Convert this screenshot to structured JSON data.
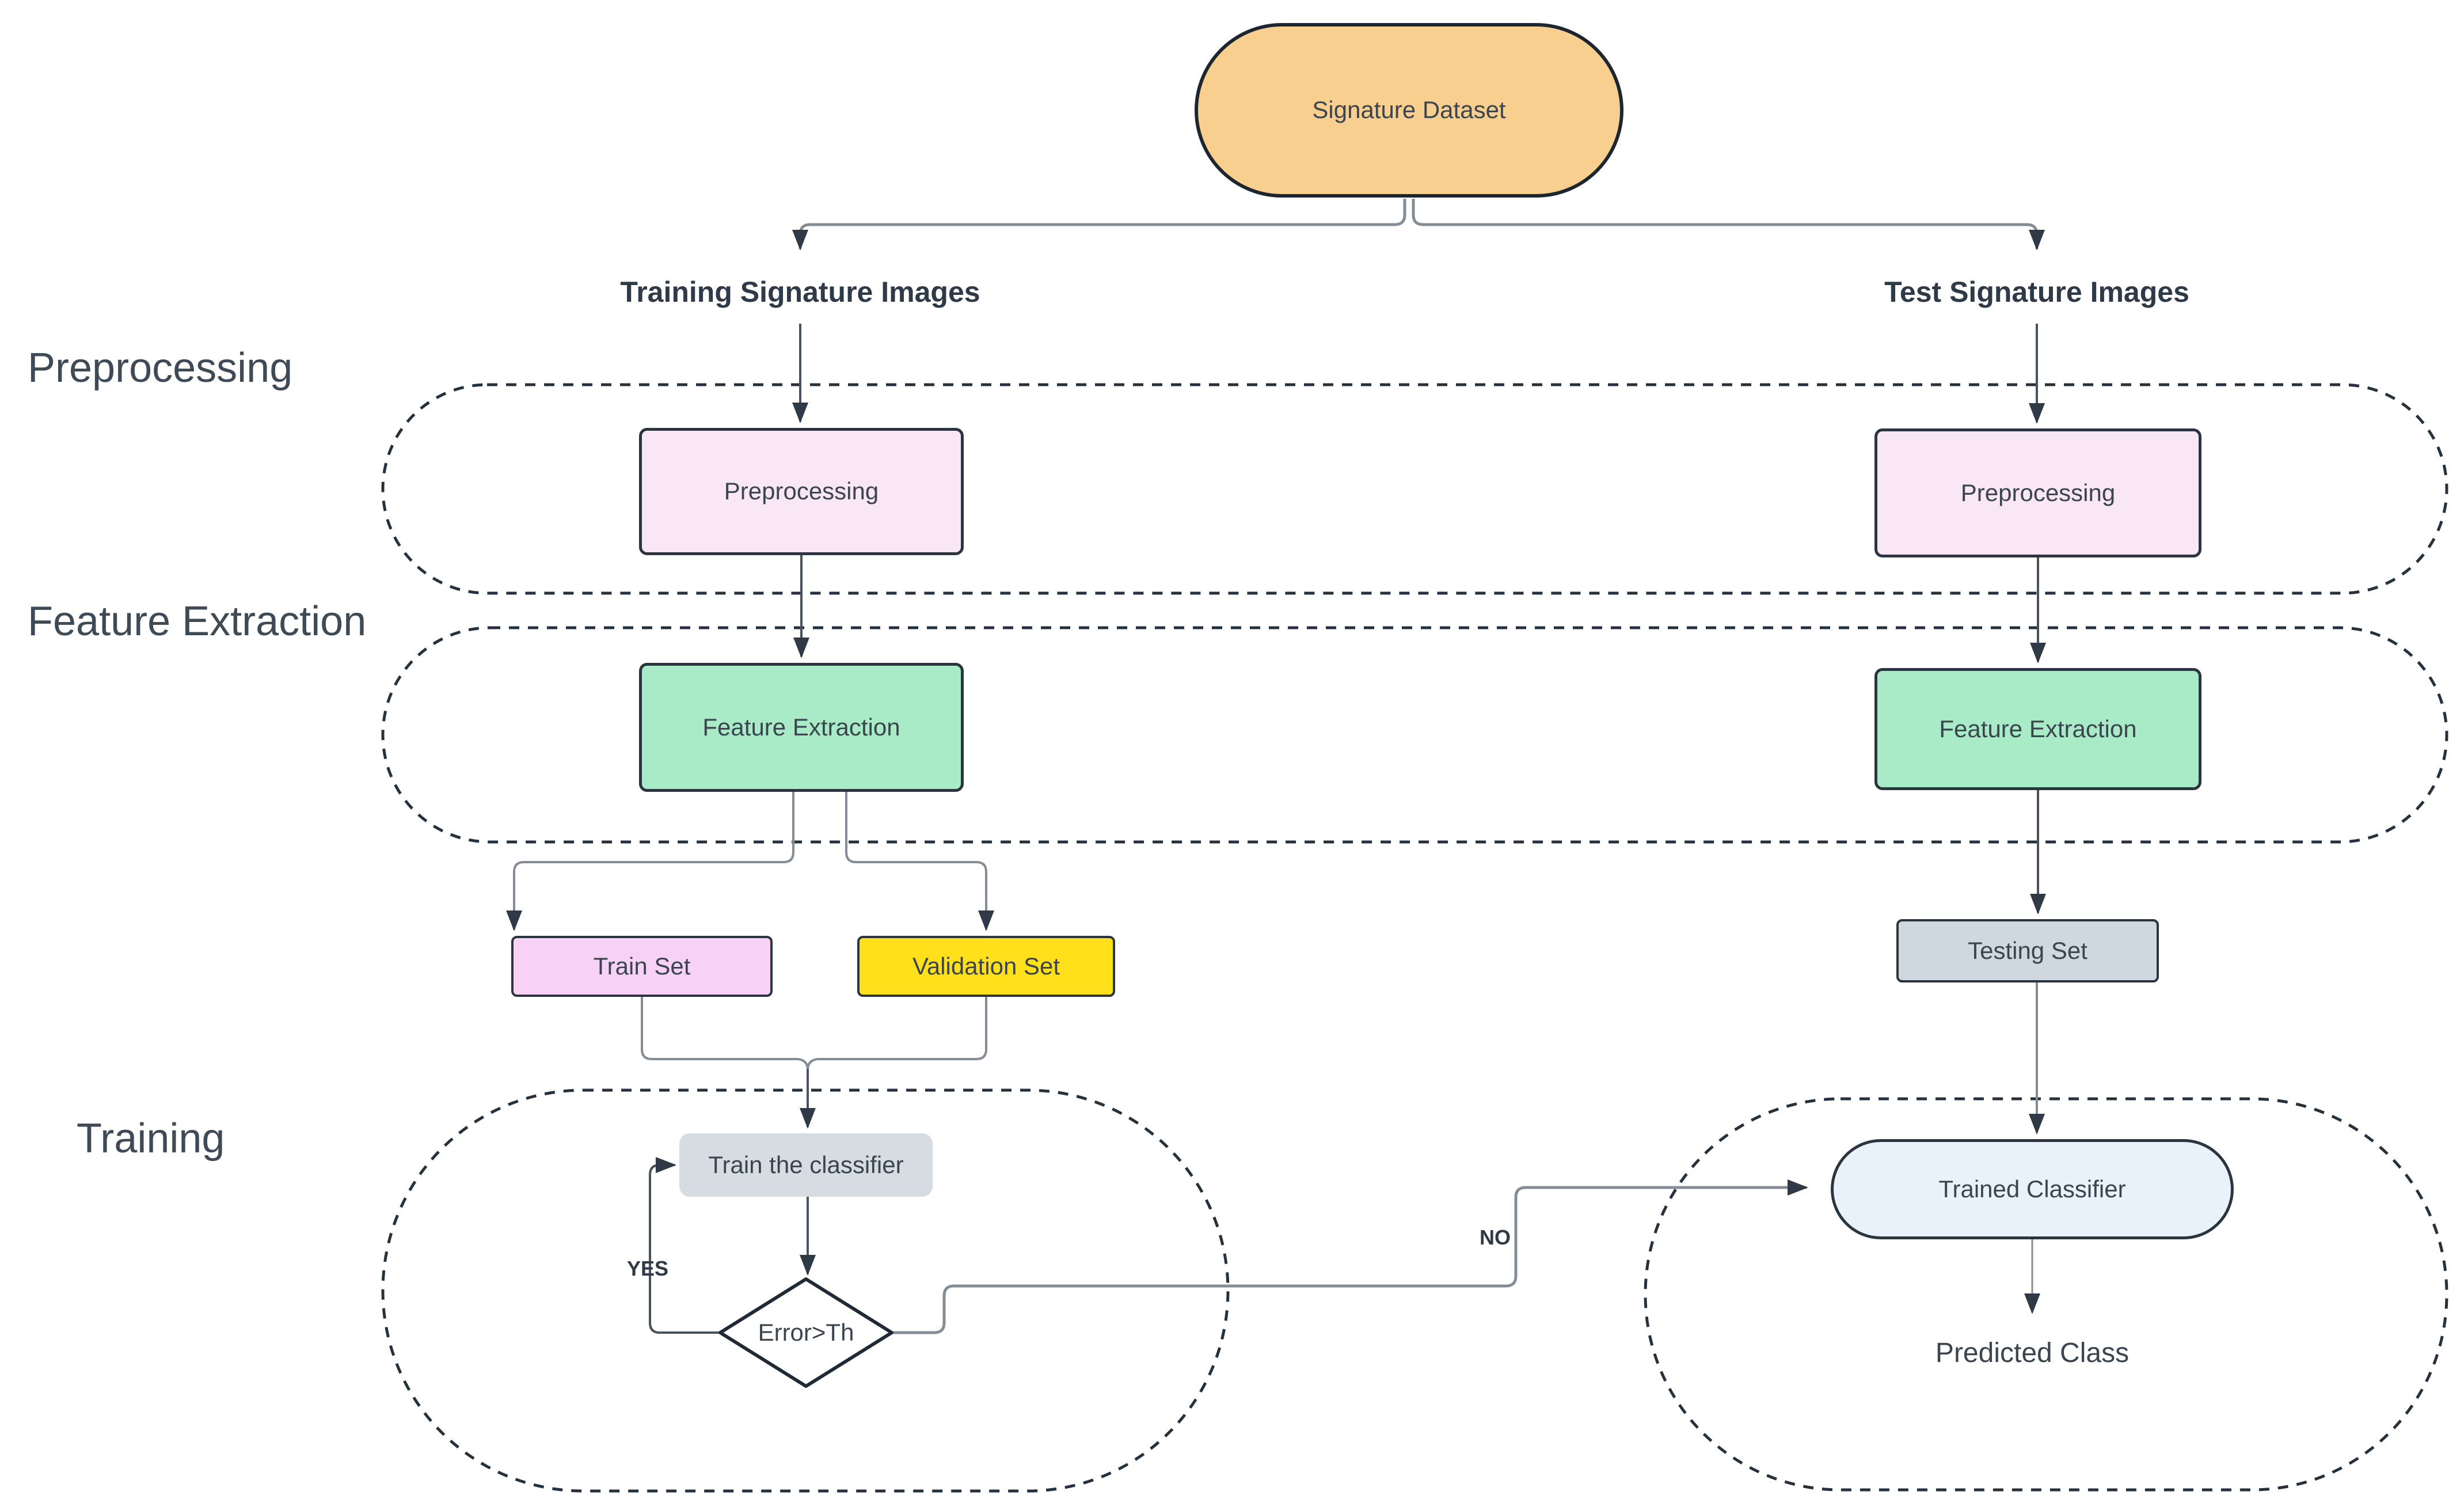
{
  "colors": {
    "background": "#FFFFFF",
    "node_border": "#2A3540",
    "connector_gray": "#848D95",
    "connector_dark": "#3E4954",
    "dashed_container": "#25313C",
    "node_text": "#3A4550",
    "section_label_text": "#3E4A56",
    "column_title_text": "#2E3A47",
    "signature_dataset_fill": "#F9CF8F",
    "preprocessing_fill": "#FAE7F5",
    "feature_extraction_fill": "#A9EBC6",
    "train_set_fill": "#F8D2F6",
    "validation_set_fill": "#FFE01A",
    "testing_set_fill": "#CFD8DE",
    "train_classifier_fill": "#D6DCE1",
    "trained_classifier_fill": "#E9F2FB",
    "decision_fill": "#FFFFFF"
  },
  "diagram": {
    "root": {
      "label": "Signature Dataset"
    },
    "column_titles": {
      "left": "Training Signature Images",
      "right": "Test Signature Images"
    },
    "section_labels": {
      "preprocessing": "Preprocessing",
      "feature_extraction": "Feature Extraction",
      "training": "Training"
    },
    "nodes": {
      "preprocessing_left": {
        "label": "Preprocessing"
      },
      "preprocessing_right": {
        "label": "Preprocessing"
      },
      "feature_extraction_left": {
        "label": "Feature Extraction"
      },
      "feature_extraction_right": {
        "label": "Feature Extraction"
      },
      "train_set": {
        "label": "Train Set"
      },
      "validation_set": {
        "label": "Validation Set"
      },
      "testing_set": {
        "label": "Testing Set"
      },
      "train_classifier": {
        "label": "Train the classifier"
      },
      "decision": {
        "label": "Error>Th"
      },
      "trained_classifier": {
        "label": "Trained Classifier"
      },
      "predicted_class": {
        "label": "Predicted Class"
      }
    },
    "edge_labels": {
      "yes": "YES",
      "no": "NO"
    },
    "edges": [
      {
        "from": "Signature Dataset",
        "to": "Training Signature Images"
      },
      {
        "from": "Signature Dataset",
        "to": "Test Signature Images"
      },
      {
        "from": "Training Signature Images",
        "to": "Preprocessing (train)"
      },
      {
        "from": "Preprocessing (train)",
        "to": "Feature Extraction (train)"
      },
      {
        "from": "Feature Extraction (train)",
        "to": "Train Set"
      },
      {
        "from": "Feature Extraction (train)",
        "to": "Validation Set"
      },
      {
        "from": "Train Set",
        "to": "Train the classifier"
      },
      {
        "from": "Validation Set",
        "to": "Train the classifier"
      },
      {
        "from": "Train the classifier",
        "to": "Error>Th"
      },
      {
        "from": "Error>Th",
        "to": "Train the classifier",
        "label": "YES"
      },
      {
        "from": "Error>Th",
        "to": "Trained Classifier",
        "label": "NO"
      },
      {
        "from": "Test Signature Images",
        "to": "Preprocessing (test)"
      },
      {
        "from": "Preprocessing (test)",
        "to": "Feature Extraction (test)"
      },
      {
        "from": "Feature Extraction (test)",
        "to": "Testing Set"
      },
      {
        "from": "Testing Set",
        "to": "Trained Classifier"
      },
      {
        "from": "Trained Classifier",
        "to": "Predicted Class"
      }
    ]
  }
}
